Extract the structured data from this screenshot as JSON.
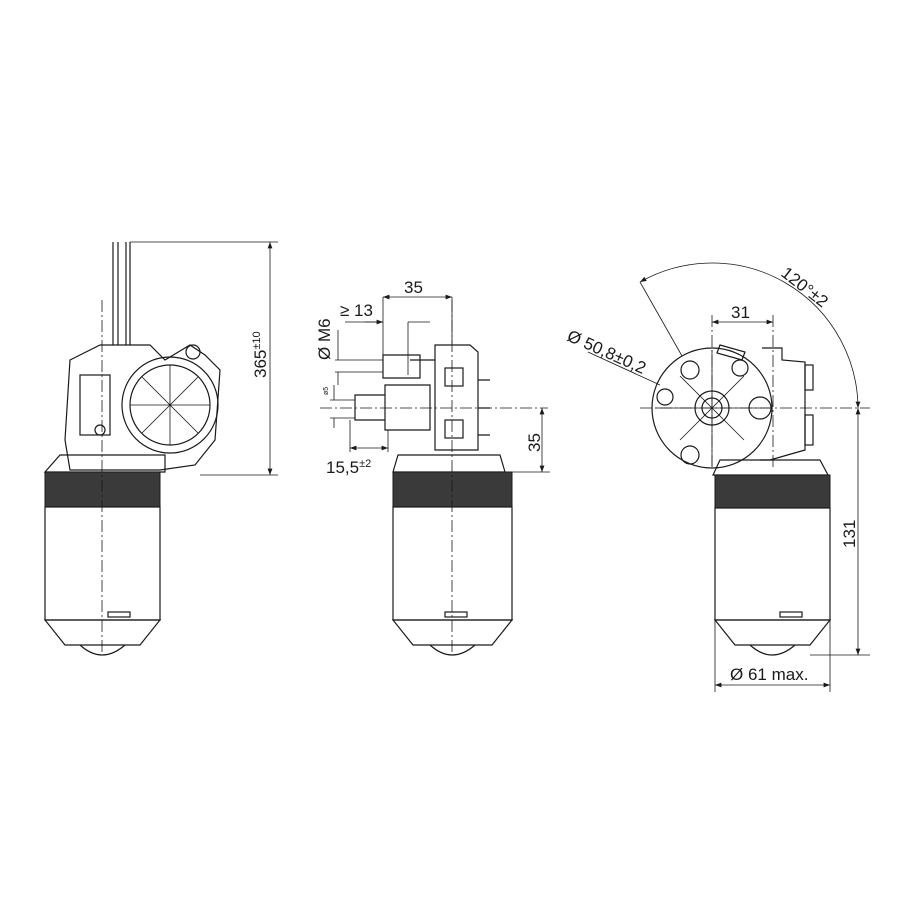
{
  "title": "Wiper motor dimensional drawing",
  "colors": {
    "line": "#1a1a1a",
    "band": "#3a3a3a"
  },
  "views": {
    "left": {
      "dim_length": "365",
      "dim_length_tol": "±10"
    },
    "middle": {
      "dim_top": "35",
      "dim_thread": "Ø M6",
      "dim_min_length": "≥ 13",
      "dim_small": "ø5",
      "dim_offset": "15,5",
      "dim_offset_tol": "±2",
      "dim_right": "35"
    },
    "right": {
      "dim_bolt_circle": "Ø 50,8±0,2",
      "dim_angle": "120°±2",
      "dim_spacing": "31",
      "dim_height": "131",
      "dim_diameter": "Ø 61 max."
    }
  }
}
